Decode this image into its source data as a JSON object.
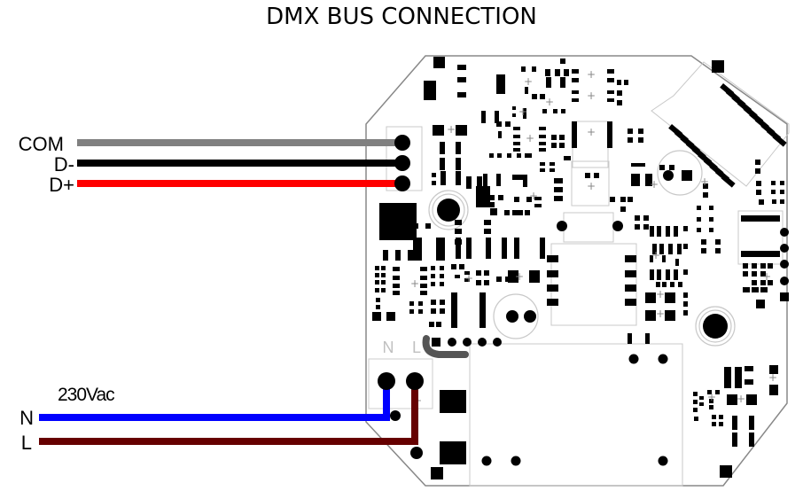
{
  "title": "DMX BUS CONNECTION",
  "dmx_wires": [
    {
      "label": "COM",
      "color": "#808080"
    },
    {
      "label": "D-",
      "color": "#000000"
    },
    {
      "label": "D+",
      "color": "#ff0000"
    }
  ],
  "power": {
    "voltage_label": "230Vac",
    "wires": [
      {
        "label": "N",
        "color": "#0000ff"
      },
      {
        "label": "L",
        "color": "#660000"
      }
    ],
    "terminal_labels": {
      "n": "N",
      "l": "L"
    }
  },
  "colors": {
    "board_outline": "#888888",
    "silkscreen": "#c8c8c8",
    "pad": "#000000"
  }
}
